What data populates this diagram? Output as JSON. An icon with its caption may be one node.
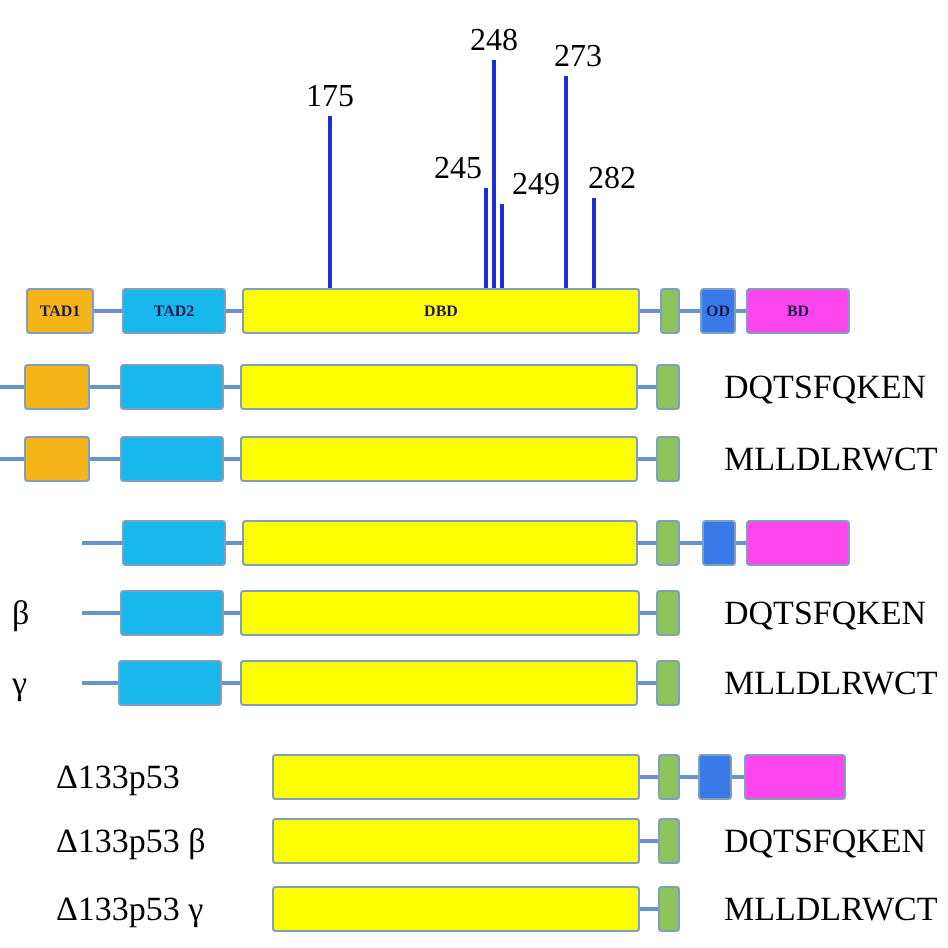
{
  "diagram": {
    "nodes": [
      {
        "text": [
          "175"
        ]
      },
      {
        "text": [
          "245"
        ]
      },
      {
        "text": [
          "248"
        ]
      },
      {
        "text": [
          "249"
        ]
      },
      {
        "text": [
          "273"
        ]
      },
      {
        "text": [
          "282"
        ]
      },
      {
        "text": [
          "TAD1"
        ]
      },
      {
        "text": [
          "TAD2"
        ]
      },
      {
        "text": [
          "DBD"
        ]
      },
      {
        "text": [],
        "shape": "box"
      },
      {
        "text": [
          "OD"
        ]
      },
      {
        "text": [
          "BD"
        ]
      },
      {
        "text": [],
        "shape": "box"
      },
      {
        "text": [],
        "shape": "box"
      },
      {
        "text": [],
        "shape": "box"
      },
      {
        "text": [],
        "shape": "box"
      },
      {
        "text": [],
        "shape": "box"
      },
      {
        "text": [],
        "shape": "box"
      },
      {
        "text": [],
        "shape": "box"
      },
      {
        "text": [],
        "shape": "box"
      },
      {
        "text": [],
        "shape": "box"
      },
      {
        "text": [],
        "shape": "box"
      },
      {
        "text": [],
        "shape": "box"
      },
      {
        "text": [],
        "shape": "box"
      },
      {
        "text": [],
        "shape": "box"
      },
      {
        "text": [],
        "shape": "box"
      },
      {
        "text": [],
        "shape": "box"
      },
      {
        "text": [],
        "shape": "box"
      },
      {
        "text": [],
        "shape": "box"
      },
      {
        "text": [],
        "shape": "box"
      },
      {
        "text": [],
        "shape": "box"
      },
      {
        "text": [],
        "shape": "box"
      },
      {
        "text": [],
        "shape": "box"
      },
      {
        "text": [],
        "shape": "box"
      },
      {
        "text": [],
        "shape": "box"
      },
      {
        "text": [],
        "shape": "box"
      },
      {
        "text": [],
        "shape": "box"
      },
      {
        "text": [],
        "shape": "box"
      },
      {
        "text": [],
        "shape": "box"
      }
    ],
    "edges": [
      {
        "from": 0,
        "to": 8,
        "arrow": "none",
        "color": "#1a2fd8"
      },
      {
        "from": 1,
        "to": 8,
        "arrow": "none",
        "color": "#1a2fd8"
      },
      {
        "from": 2,
        "to": 8,
        "arrow": "none",
        "color": "#1a2fd8"
      },
      {
        "from": 3,
        "to": 8,
        "arrow": "none",
        "color": "#1a2fd8"
      },
      {
        "from": 4,
        "to": 8,
        "arrow": "none",
        "color": "#1a2fd8"
      },
      {
        "from": 5,
        "to": 8,
        "arrow": "none",
        "color": "#1a2fd8"
      },
      {
        "from": 6,
        "to": 7,
        "arrow": "none"
      },
      {
        "from": 7,
        "to": 8,
        "arrow": "none"
      },
      {
        "from": 8,
        "to": 9,
        "arrow": "none"
      },
      {
        "from": 9,
        "to": 10,
        "arrow": "none"
      },
      {
        "from": 10,
        "to": 11,
        "arrow": "none"
      },
      {
        "from": null,
        "to": 12,
        "arrow": "none"
      },
      {
        "from": 12,
        "to": 13,
        "arrow": "none"
      },
      {
        "from": 13,
        "to": 14,
        "arrow": "none"
      },
      {
        "from": 14,
        "to": 15,
        "arrow": "none"
      },
      {
        "from": null,
        "to": 16,
        "arrow": "none"
      },
      {
        "from": 16,
        "to": 17,
        "arrow": "none"
      },
      {
        "from": 17,
        "to": 18,
        "arrow": "none"
      },
      {
        "from": 18,
        "to": 19,
        "arrow": "none"
      },
      {
        "from": null,
        "to": 20,
        "arrow": "none"
      },
      {
        "from": 20,
        "to": 21,
        "arrow": "none"
      },
      {
        "from": 21,
        "to": 22,
        "arrow": "none"
      },
      {
        "from": 22,
        "to": 23,
        "arrow": "none"
      },
      {
        "from": 23,
        "to": 24,
        "arrow": "none"
      },
      {
        "from": null,
        "to": 25,
        "arrow": "none"
      },
      {
        "from": 25,
        "to": 26,
        "arrow": "none"
      },
      {
        "from": 26,
        "to": 27,
        "arrow": "none"
      },
      {
        "from": null,
        "to": 28,
        "arrow": "none"
      },
      {
        "from": 28,
        "to": 29,
        "arrow": "none"
      },
      {
        "from": 29,
        "to": 30,
        "arrow": "none"
      },
      {
        "from": 31,
        "to": 32,
        "arrow": "none"
      },
      {
        "from": 32,
        "to": 33,
        "arrow": "none"
      },
      {
        "from": 33,
        "to": 34,
        "arrow": "none"
      },
      {
        "from": 35,
        "to": 36,
        "arrow": "none"
      },
      {
        "from": 37,
        "to": 38,
        "arrow": "none"
      }
    ],
    "labels": [
      "DQTSFQKEN",
      "MLLDLRWCT",
      "β",
      "DQTSFQKEN",
      "γ",
      "MLLDLRWCT",
      "Δ133p53",
      "Δ133p53 β",
      "DQTSFQKEN",
      "Δ133p53 γ",
      "MLLDLRWCT"
    ]
  }
}
